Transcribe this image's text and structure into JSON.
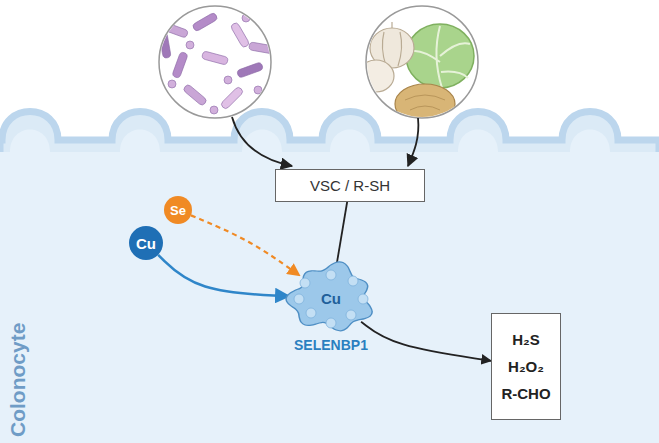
{
  "diagram": {
    "nodes": [
      {
        "text": [
          "Colonocyte"
        ]
      },
      {
        "text": [
          "VSC / R-SH"
        ],
        "in": 0
      },
      {
        "text": [
          "Se"
        ],
        "in": 0
      },
      {
        "text": [
          "Cu"
        ],
        "in": 0
      },
      {
        "text": [
          "Cu",
          "SELENBP1"
        ],
        "in": 0
      },
      {
        "text": [
          "H₂S",
          "H₂O₂",
          "R-CHO"
        ],
        "in": 0
      }
    ],
    "edges": [
      {
        "from": 3,
        "to": 4,
        "arrow": "to"
      },
      {
        "from": 2,
        "to": 4,
        "arrow": "to"
      },
      {
        "from": 1,
        "to": 4,
        "arrow": "none"
      },
      {
        "from": 4,
        "to": 5,
        "arrow": "to"
      }
    ]
  }
}
